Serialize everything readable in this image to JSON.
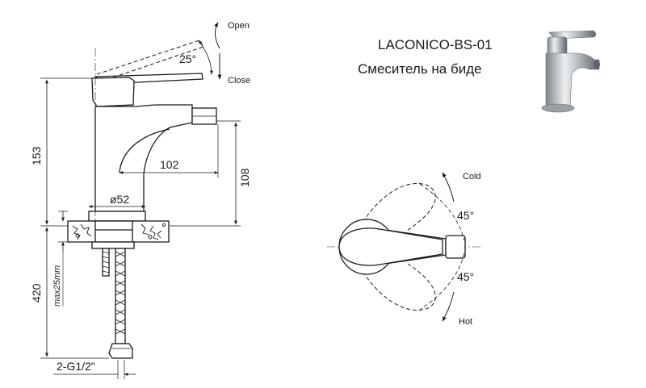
{
  "product": {
    "model": "LACONICO-BS-01",
    "name": "Смеситель на биде"
  },
  "side_view": {
    "lever_angle": "25°",
    "open_label": "Open",
    "close_label": "Close",
    "height_total": "153",
    "spout_reach": "102",
    "spout_height": "108",
    "base_diameter": "ø52",
    "hose_length": "420",
    "max_thickness": "max25mm",
    "connection": "2-G1/2\""
  },
  "top_view": {
    "cold_label": "Cold",
    "hot_label": "Hot",
    "cold_angle": "45°",
    "hot_angle": "45°"
  },
  "colors": {
    "line": "#1a1a1a",
    "chrome": "#c8ccd0"
  }
}
